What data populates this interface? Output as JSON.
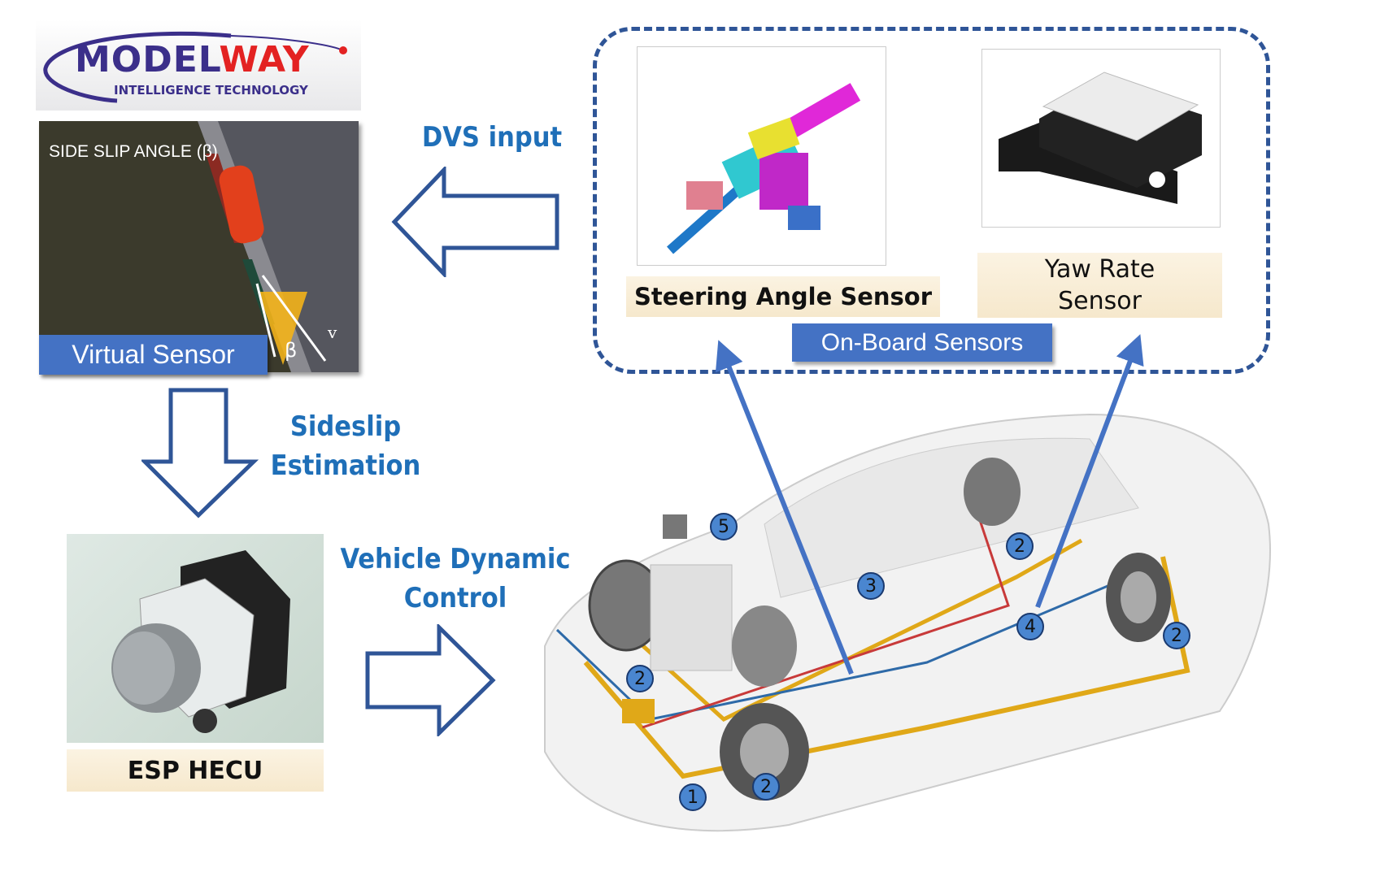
{
  "logo": {
    "brand_part1": "MODEL",
    "brand_part2": "WAY",
    "tagline": "INTELLIGENCE TECHNOLOGY"
  },
  "virtual_sensor": {
    "image_caption": "SIDE SLIP ANGLE (β)",
    "beta_symbol": "β",
    "v_symbol": "v",
    "label": "Virtual Sensor"
  },
  "flow_labels": {
    "dvs_input": "DVS input",
    "sideslip_line1": "Sideslip",
    "sideslip_line2": "Estimation",
    "vdc_line1": "Vehicle Dynamic",
    "vdc_line2": "Control"
  },
  "onboard": {
    "group_label": "On-Board Sensors",
    "steering_label": "Steering Angle Sensor",
    "yaw_label_line1": "Yaw Rate",
    "yaw_label_line2": "Sensor"
  },
  "esp": {
    "label": "ESP HECU"
  },
  "car_markers": [
    "5",
    "3",
    "2",
    "4",
    "2",
    "2",
    "2",
    "1"
  ],
  "colors": {
    "accent_blue": "#4472c4",
    "text_blue": "#1f6fb8",
    "arrow_outline": "#2f5597",
    "logo_purple": "#3b2f8a",
    "logo_red": "#e32222"
  }
}
